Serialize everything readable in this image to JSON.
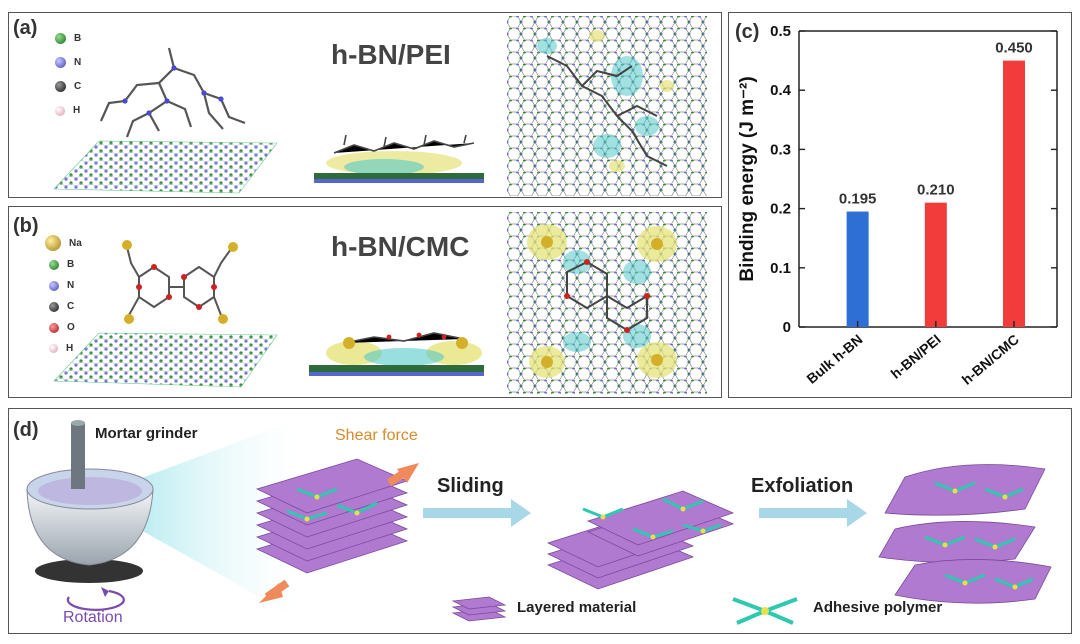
{
  "panel_a": {
    "label": "(a)",
    "title": "h-BN/PEI",
    "legend": [
      {
        "symbol": "B",
        "color": "#2e8b2e",
        "icon": "boron-atom-icon"
      },
      {
        "symbol": "N",
        "color": "#6a6ad8",
        "icon": "nitrogen-atom-icon"
      },
      {
        "symbol": "C",
        "color": "#333333",
        "icon": "carbon-atom-icon"
      },
      {
        "symbol": "H",
        "color": "#f0c8d0",
        "icon": "hydrogen-atom-icon"
      }
    ]
  },
  "panel_b": {
    "label": "(b)",
    "title": "h-BN/CMC",
    "legend": [
      {
        "symbol": "Na",
        "color": "#d4b02a",
        "icon": "sodium-atom-icon"
      },
      {
        "symbol": "B",
        "color": "#2e8b2e",
        "icon": "boron-atom-icon"
      },
      {
        "symbol": "N",
        "color": "#6a6ad8",
        "icon": "nitrogen-atom-icon"
      },
      {
        "symbol": "C",
        "color": "#333333",
        "icon": "carbon-atom-icon"
      },
      {
        "symbol": "O",
        "color": "#cc2222",
        "icon": "oxygen-atom-icon"
      },
      {
        "symbol": "H",
        "color": "#f0c8d0",
        "icon": "hydrogen-atom-icon"
      }
    ]
  },
  "panel_c": {
    "label": "(c)"
  },
  "chart_data": {
    "type": "bar",
    "categories": [
      "Bulk h-BN",
      "h-BN/PEI",
      "h-BN/CMC"
    ],
    "values": [
      0.195,
      0.21,
      0.45
    ],
    "value_labels": [
      "0.195",
      "0.210",
      "0.450"
    ],
    "bar_colors": [
      "#2e6fd6",
      "#f23b3b",
      "#f23b3b"
    ],
    "ylabel": "Binding energy (J m⁻²)",
    "ylim": [
      0,
      0.5
    ],
    "yticks": [
      "0",
      "0.1",
      "0.2",
      "0.3",
      "0.4",
      "0.5"
    ],
    "grid": false
  },
  "panel_d": {
    "label": "(d)",
    "mortar_label": "Mortar grinder",
    "rotation_label": "Rotation",
    "shear_label": "Shear force",
    "step1": "Sliding",
    "step2": "Exfoliation",
    "legend_layered": "Layered material",
    "legend_polymer": "Adhesive polymer",
    "colors": {
      "sheet": "#b07ad0",
      "polymer": "#2fc8b0",
      "arrow": "#a8d8e8",
      "shear": "#f08a5a"
    }
  }
}
